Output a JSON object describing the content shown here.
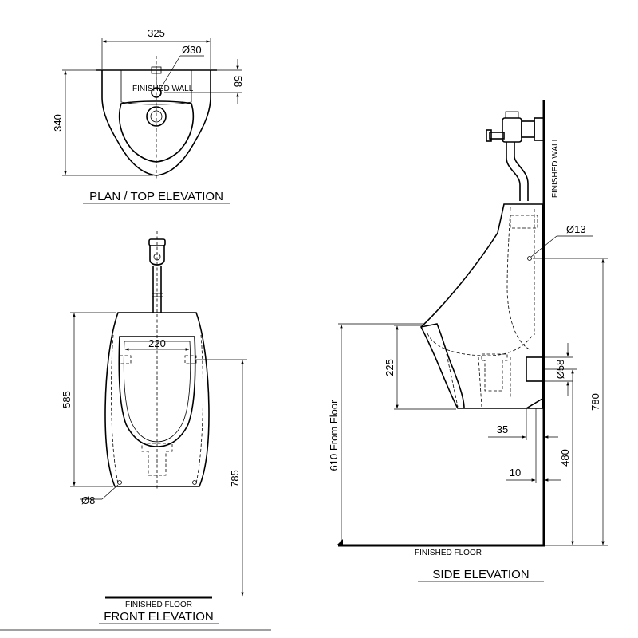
{
  "plan": {
    "title": "PLAN / TOP ELEVATION",
    "dim_width": "325",
    "dim_depth": "340",
    "dim_inlet": "Ø30",
    "dim_offset": "58",
    "wall_label": "FINISHED WALL"
  },
  "front": {
    "title": "FRONT ELEVATION",
    "dim_bowl_width": "220",
    "dim_height": "585",
    "dim_mount": "785",
    "dim_hole": "Ø8",
    "floor_label": "FINISHED FLOOR"
  },
  "side": {
    "title": "SIDE ELEVATION",
    "dim_hole": "Ø13",
    "dim_rim_depth": "225",
    "dim_from_floor": "610 From Floor",
    "dim_outlet": "Ø58",
    "dim_projection": "35",
    "dim_gap": "10",
    "dim_outlet_height": "480",
    "dim_top_height": "780",
    "wall_label": "FINISHED WALL",
    "floor_label": "FINISHED FLOOR"
  }
}
